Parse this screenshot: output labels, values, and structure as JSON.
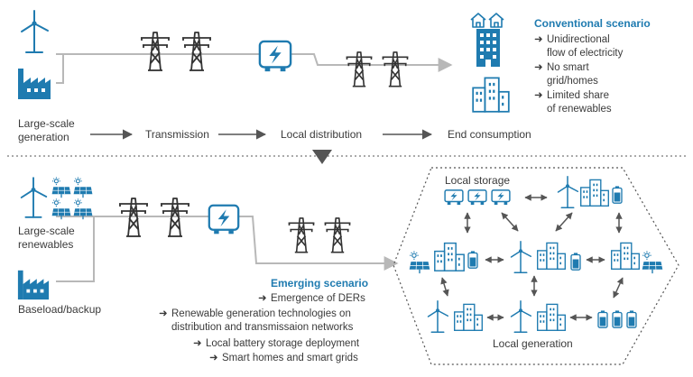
{
  "colors": {
    "blue": "#1f7bb0",
    "line": "#b8b8b8",
    "text": "#3a3a3a",
    "arrow": "#555555"
  },
  "top": {
    "stages": [
      "Large-scale\ngeneration",
      "Transmission",
      "Local distribution",
      "End consumption"
    ],
    "scenario": {
      "title": "Conventional scenario",
      "bullets": [
        "Unidirectional\nflow of electricity",
        "No smart\ngrid/homes",
        "Limited share\nof renewables"
      ]
    }
  },
  "bottom": {
    "labels": {
      "renewables": "Large-scale\nrenewables",
      "baseload": "Baseload/backup",
      "local_storage": "Local storage",
      "local_generation": "Local generation"
    },
    "scenario": {
      "title": "Emerging scenario",
      "bullets": [
        "Emergence of DERs",
        "Renewable generation technologies on\ndistribution and transmissaion networks",
        "Local battery storage deployment",
        "Smart homes and smart grids"
      ]
    }
  },
  "icons": {
    "wind": "wind-turbine-icon",
    "factory": "factory-icon",
    "tower": "transmission-tower-icon",
    "meter": "smart-meter-icon",
    "house": "house-icon",
    "building": "office-building-icon",
    "solar": "solar-panel-icon",
    "battery": "battery-icon",
    "storage": "storage-unit-icon"
  }
}
